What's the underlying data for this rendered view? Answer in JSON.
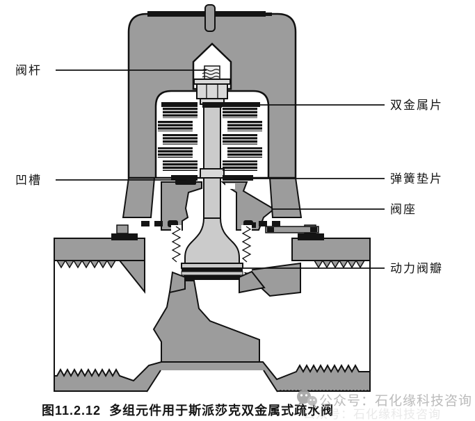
{
  "labels": [
    {
      "name": "valve-stem",
      "text": "阀杆"
    },
    {
      "name": "bimetal-plates",
      "text": "双金属片"
    },
    {
      "name": "groove",
      "text": "凹槽"
    },
    {
      "name": "spring-washer",
      "text": "弹簧垫片"
    },
    {
      "name": "valve-seat",
      "text": "阀座"
    },
    {
      "name": "dynamic-disc",
      "text": "动力阀瓣"
    }
  ],
  "caption": "图11.2.12  多组元件用于斯派莎克双金属式疏水阀",
  "watermark": {
    "icon": "wechat-icon",
    "text": "公众号：石化缘科技咨询"
  },
  "colors": {
    "body_gray": "#9c9c9c",
    "stem_light_gray": "#cbcbcb",
    "outline_black": "#111111",
    "plate_black": "#141414",
    "watermark_gray": "#b4b4b4",
    "background": "#ffffff"
  }
}
